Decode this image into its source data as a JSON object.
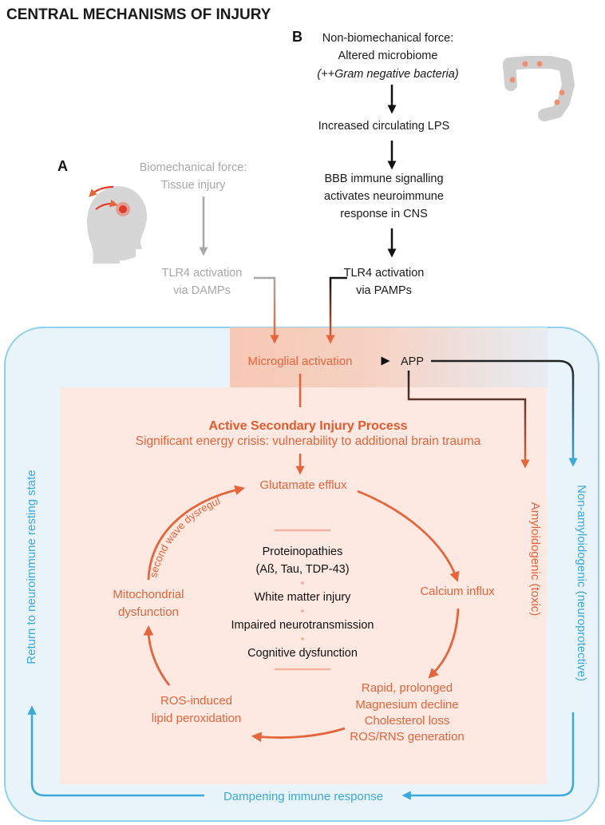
{
  "title": "CENTRAL MECHANISMS OF INJURY",
  "panel_a": {
    "label": "A",
    "force_line1": "Biomechanical force:",
    "force_line2": "Tissue injury",
    "tlr4_line1": "TLR4 activation",
    "tlr4_line2": "via DAMPs"
  },
  "panel_b": {
    "label": "B",
    "force_line1": "Non-biomechanical force:",
    "force_line2": "Altered microbiome",
    "force_line3": "(++Gram negative bacteria)",
    "step1": "Increased circulating LPS",
    "step2_line1": "BBB immune signalling",
    "step2_line2": "activates neuroimmune",
    "step2_line3": "response in CNS",
    "tlr4_line1": "TLR4 activation",
    "tlr4_line2": "via PAMPs"
  },
  "top_flow": {
    "microglia": "Microglial activation",
    "app": "APP"
  },
  "secondary": {
    "heading": "Active Secondary Injury Process",
    "subheading": "Significant energy crisis: vulnerability to additional brain trauma"
  },
  "cycle": {
    "glutamate": "Glutamate efflux",
    "calcium": "Calcium influx",
    "rapid_line1": "Rapid, prolonged",
    "rapid_line2": "Magnesium decline",
    "rapid_line3": "Cholesterol loss",
    "rapid_line4": "ROS/RNS generation",
    "ros_line1": "ROS-induced",
    "ros_line2": "lipid peroxidation",
    "mito_line1": "Mitochondrial",
    "mito_line2": "dysfunction",
    "second_wave": "second wave dysregulation"
  },
  "center": {
    "item1_line1": "Proteinopathies",
    "item1_line2": "(Aß, Tau, TDP-43)",
    "item2": "White matter injury",
    "item3": "Impaired neurotransmission",
    "item4": "Cognitive dysfunction"
  },
  "side": {
    "amyloidogenic": "Amyloidogenic (toxic)",
    "non_amyloidogenic": "Non-amyloidogenic  (neuroprotective)",
    "return_rest": "Return to neuroimmune resting state",
    "dampening": "Dampening immune response"
  },
  "colors": {
    "orange": "#e5643a",
    "blue": "#3ba9d9",
    "gray": "#a8a8a8",
    "inner_fill": "#fde9e2",
    "outer_fill": "#e8f4fa"
  }
}
